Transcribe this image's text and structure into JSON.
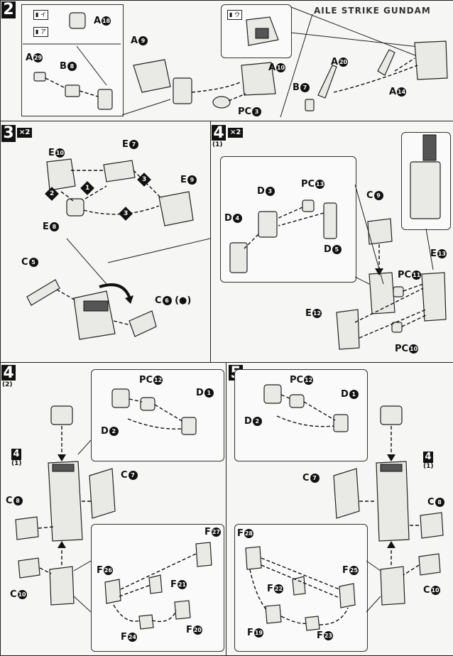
{
  "header": {
    "title": "AILE STRIKE GUNDAM"
  },
  "steps": {
    "s2": {
      "num": "2"
    },
    "s3": {
      "num": "3",
      "qty": "×2"
    },
    "s4a": {
      "num": "4",
      "sub": "(1)",
      "qty": "×2"
    },
    "s4b": {
      "num": "4",
      "sub": "(2)",
      "ref": "4",
      "ref_sub": "(1)"
    },
    "s5": {
      "num": "5",
      "ref": "4",
      "ref_sub": "(1)"
    }
  },
  "stickers": {
    "a": "イ",
    "b": "ア",
    "c": "ウ"
  },
  "labels": {
    "s2": [
      {
        "id": "a18",
        "prefix": "A",
        "num": "18"
      },
      {
        "id": "a29",
        "prefix": "A",
        "num": "29"
      },
      {
        "id": "b8",
        "prefix": "B",
        "num": "8"
      },
      {
        "id": "a9",
        "prefix": "A",
        "num": "9"
      },
      {
        "id": "a10",
        "prefix": "A",
        "num": "10"
      },
      {
        "id": "pc3",
        "prefix": "PC",
        "num": "3"
      },
      {
        "id": "a20",
        "prefix": "A",
        "num": "20"
      },
      {
        "id": "b7",
        "prefix": "B",
        "num": "7"
      },
      {
        "id": "a14",
        "prefix": "A",
        "num": "14"
      }
    ],
    "s3": [
      {
        "id": "e10",
        "prefix": "E",
        "num": "10"
      },
      {
        "id": "e7",
        "prefix": "E",
        "num": "7"
      },
      {
        "id": "e9",
        "prefix": "E",
        "num": "9"
      },
      {
        "id": "e8",
        "prefix": "E",
        "num": "8"
      },
      {
        "id": "c5",
        "prefix": "C",
        "num": "5"
      },
      {
        "id": "c6",
        "prefix": "C",
        "num": "6"
      }
    ],
    "s4a": [
      {
        "id": "d3",
        "prefix": "D",
        "num": "3"
      },
      {
        "id": "pc13",
        "prefix": "PC",
        "num": "13"
      },
      {
        "id": "c9",
        "prefix": "C",
        "num": "9"
      },
      {
        "id": "d4",
        "prefix": "D",
        "num": "4"
      },
      {
        "id": "d5",
        "prefix": "D",
        "num": "5"
      },
      {
        "id": "e13",
        "prefix": "E",
        "num": "13"
      },
      {
        "id": "pc11",
        "prefix": "PC",
        "num": "11"
      },
      {
        "id": "e12",
        "prefix": "E",
        "num": "12"
      },
      {
        "id": "pc10",
        "prefix": "PC",
        "num": "10"
      }
    ],
    "s4b": [
      {
        "id": "pc12",
        "prefix": "PC",
        "num": "12"
      },
      {
        "id": "d1",
        "prefix": "D",
        "num": "1"
      },
      {
        "id": "d2",
        "prefix": "D",
        "num": "2"
      },
      {
        "id": "c7",
        "prefix": "C",
        "num": "7"
      },
      {
        "id": "c8",
        "prefix": "C",
        "num": "8"
      },
      {
        "id": "f27",
        "prefix": "F",
        "num": "27"
      },
      {
        "id": "f26",
        "prefix": "F",
        "num": "26"
      },
      {
        "id": "f21",
        "prefix": "F",
        "num": "21"
      },
      {
        "id": "c10",
        "prefix": "C",
        "num": "10"
      },
      {
        "id": "f20",
        "prefix": "F",
        "num": "20"
      },
      {
        "id": "f24",
        "prefix": "F",
        "num": "24"
      }
    ],
    "s5": [
      {
        "id": "pc12",
        "prefix": "PC",
        "num": "12"
      },
      {
        "id": "d1",
        "prefix": "D",
        "num": "1"
      },
      {
        "id": "d2",
        "prefix": "D",
        "num": "2"
      },
      {
        "id": "c7",
        "prefix": "C",
        "num": "7"
      },
      {
        "id": "c8",
        "prefix": "C",
        "num": "8"
      },
      {
        "id": "f28",
        "prefix": "F",
        "num": "28"
      },
      {
        "id": "f25",
        "prefix": "F",
        "num": "25"
      },
      {
        "id": "f22",
        "prefix": "F",
        "num": "22"
      },
      {
        "id": "c10",
        "prefix": "C",
        "num": "10"
      },
      {
        "id": "f19",
        "prefix": "F",
        "num": "19"
      },
      {
        "id": "f23",
        "prefix": "F",
        "num": "23"
      }
    ]
  },
  "order_marks": [
    "1",
    "2",
    "3"
  ]
}
